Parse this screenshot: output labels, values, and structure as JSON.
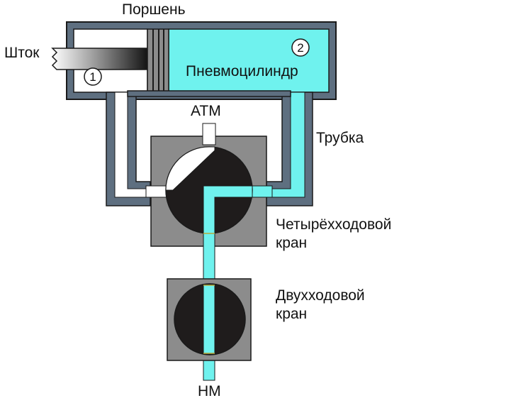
{
  "labels": {
    "piston": "Поршень",
    "rod": "Шток",
    "cylinder": "Пневмоцилиндр",
    "atm": "АТМ",
    "tube": "Трубка",
    "four_way_valve": [
      "Четырёхходовой",
      "кран"
    ],
    "two_way_valve": [
      "Двухходовой",
      "кран"
    ],
    "nm": "НМ"
  },
  "chambers": {
    "left": "1",
    "right": "2"
  },
  "colors": {
    "wall": "#5e6f80",
    "wall_edge": "#1a1a1a",
    "air": "#6ff2ee",
    "valve_body": "#8c8c8c",
    "valve_rotor": "#1f1c1c",
    "empty": "#ffffff"
  }
}
